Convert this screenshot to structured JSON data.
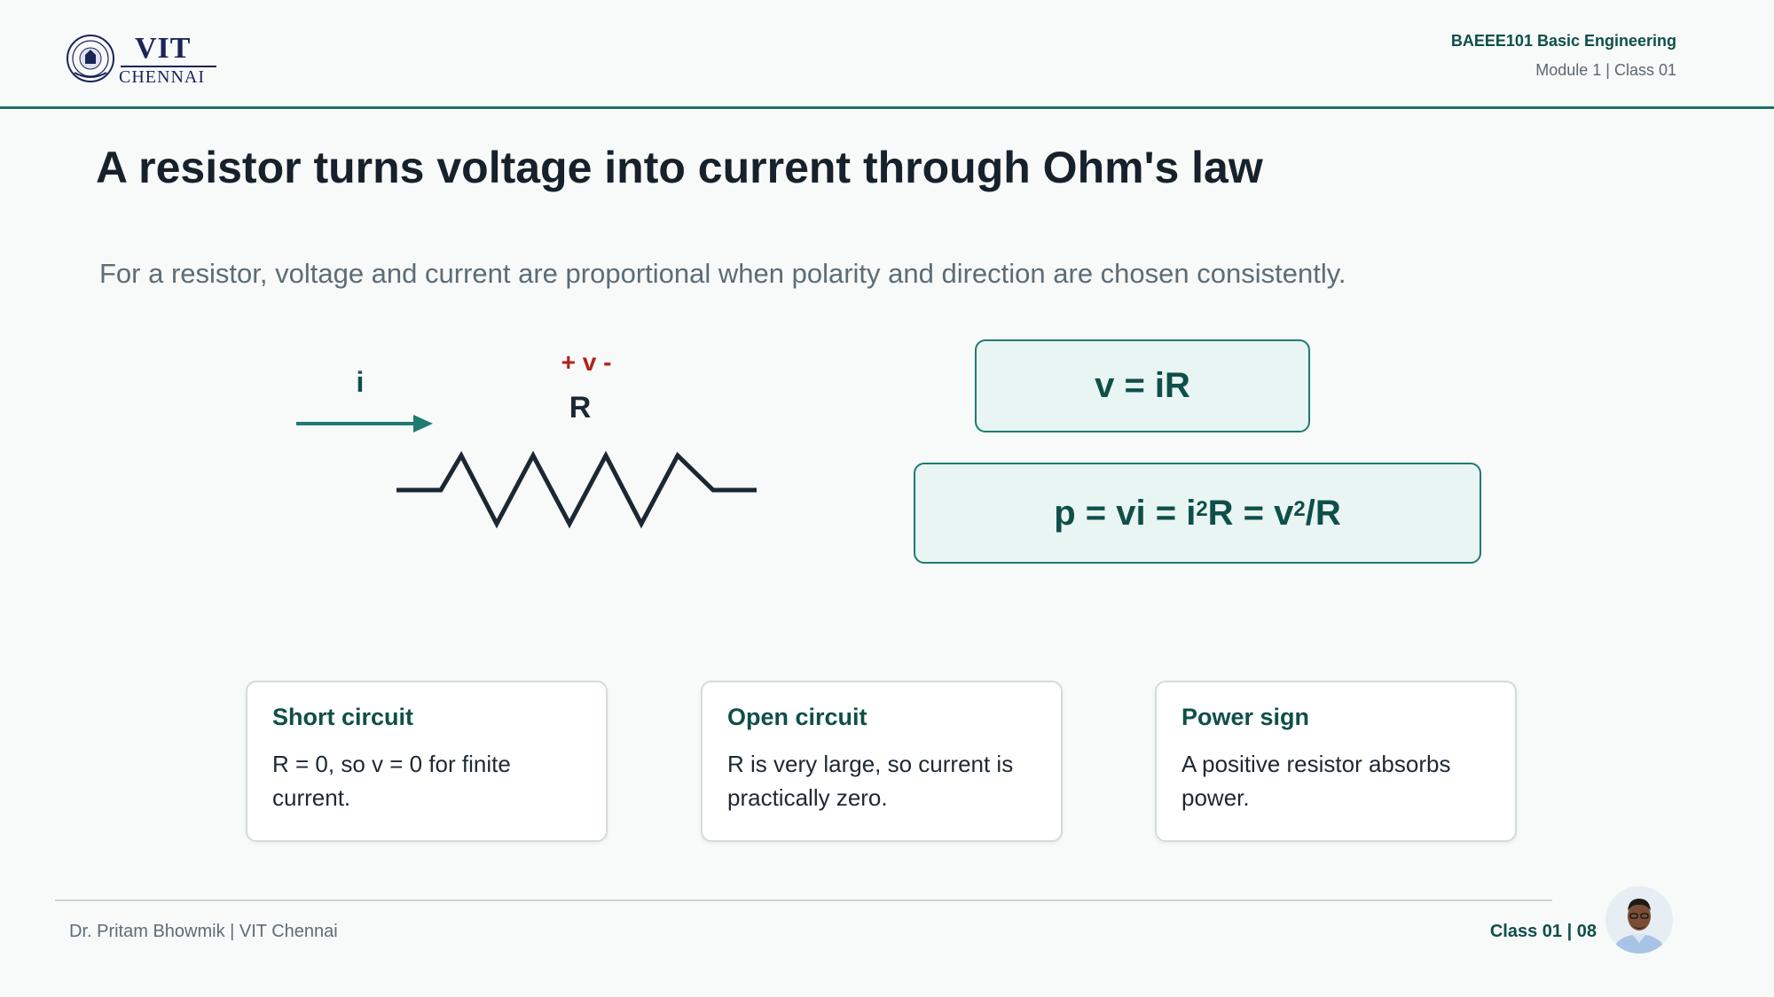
{
  "header": {
    "logo_vit": "VIT",
    "logo_chennai": "CHENNAI",
    "course_title": "BAEEE101 Basic Engineering",
    "course_sub": "Module 1 | Class 01"
  },
  "slide": {
    "title": "A resistor turns voltage into current through Ohm's law",
    "subtitle": "For a resistor, voltage and current are proportional when polarity and direction are chosen consistently."
  },
  "diagram": {
    "current_label": "i",
    "polarity_label": "+ v -",
    "resistor_label": "R"
  },
  "equations": {
    "ohm": "v = iR",
    "power_p": "p = vi = i",
    "power_exp1": "2",
    "power_mid": "R = v",
    "power_exp2": "2",
    "power_end": "/R"
  },
  "cards": [
    {
      "title": "Short circuit",
      "body": "R = 0, so v = 0 for finite current."
    },
    {
      "title": "Open circuit",
      "body": "R is very large, so current is practically zero."
    },
    {
      "title": "Power sign",
      "body": "A positive resistor absorbs power."
    }
  ],
  "footer": {
    "author": "Dr. Pritam Bhowmik | VIT Chennai",
    "class_page": "Class 01 | 08"
  },
  "colors": {
    "accent": "#1f6e66",
    "polarity": "#b02318",
    "equation_bg": "#e9f5f2"
  }
}
